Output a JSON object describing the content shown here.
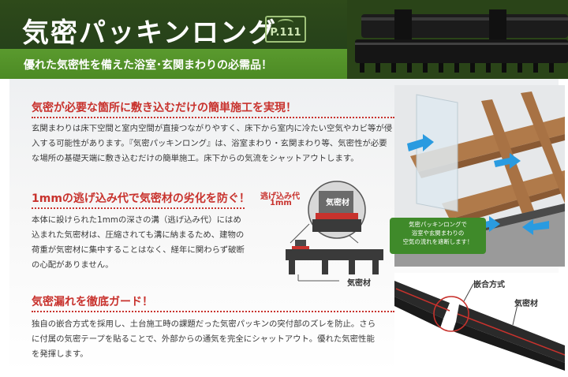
{
  "header": {
    "title": "気密パッキンロング",
    "page_ref": "P.111",
    "subtitle": "優れた気密性を備えた浴室･玄関まわりの必需品！"
  },
  "sections": [
    {
      "heading": "気密が必要な箇所に敷き込むだけの簡単施工を実現！",
      "body": "玄関まわりは床下空間と室内空間が直接つながりやすく、床下から室内に冷たい空気やカビ等が侵入する可能性があります。『気密パッキンロング』は、浴室まわり・玄関まわり等、気密性が必要な場所の基礎天端に敷き込むだけの簡単施工。床下からの気流をシャットアウトします。"
    },
    {
      "heading": "1mmの逃げ込み代で気密材の劣化を防ぐ！",
      "body": "本体に設けられた1mmの深さの溝（逃げ込み代）にはめ込まれた気密材は、圧縮されても溝に納まるため、建物の荷重が気密材に集中することはなく、経年に関わらず破断の心配がありません。"
    },
    {
      "heading": "気密漏れを徹底ガード！",
      "body": "独自の嵌合方式を採用し、土台施工時の課題だった気密パッキンの突付部のズレを防止。さらに付属の気密テープを貼ることで、外部からの通気を完全にシャットアウト。優れた気密性能を発揮します。"
    }
  ],
  "diagram": {
    "escape_label_line1": "逃げ込み代",
    "escape_label_line2": "1mm",
    "inner_label": "気密材",
    "bottom_label": "気密材"
  },
  "floor_callout": {
    "line1": "気密パッキンロングで",
    "line2": "浴室や玄関まわりの",
    "line3": "空気の流れを遮断します！"
  },
  "joint": {
    "label_fit": "嵌合方式",
    "label_seal": "気密材"
  },
  "colors": {
    "header_dark": "#2e4a1a",
    "header_green": "#5a9a2e",
    "accent_red": "#c8322d",
    "callout_green": "#3f8a2a"
  }
}
